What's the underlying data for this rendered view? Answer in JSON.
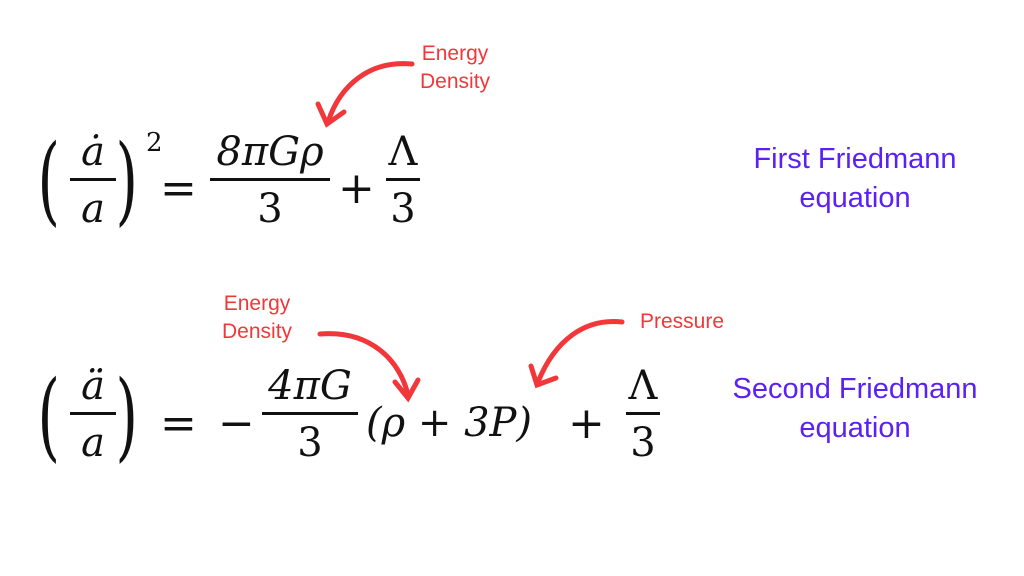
{
  "equation1": {
    "lhs_num": "ȧ",
    "lhs_den": "a",
    "lhs_exponent": "2",
    "equals": "=",
    "term1_num": "8πGρ",
    "term1_den": "3",
    "plus": "+",
    "term2_num": "Λ",
    "term2_den": "3",
    "caption_line1": "First Friedmann",
    "caption_line2": "equation",
    "annotation_line1": "Energy",
    "annotation_line2": "Density"
  },
  "equation2": {
    "lhs_num": "ä",
    "lhs_den": "a",
    "equals": "=",
    "minus": "−",
    "term1_num": "4πG",
    "term1_den": "3",
    "paren_expr": "(ρ + 3P)",
    "plus": "+",
    "term2_num": "Λ",
    "term2_den": "3",
    "caption_line1": "Second Friedmann",
    "caption_line2": "equation",
    "annotation1_line1": "Energy",
    "annotation1_line2": "Density",
    "annotation2": "Pressure"
  },
  "colors": {
    "caption": "#5b21f2",
    "annotation": "#f2373a",
    "equation": "#111111"
  }
}
